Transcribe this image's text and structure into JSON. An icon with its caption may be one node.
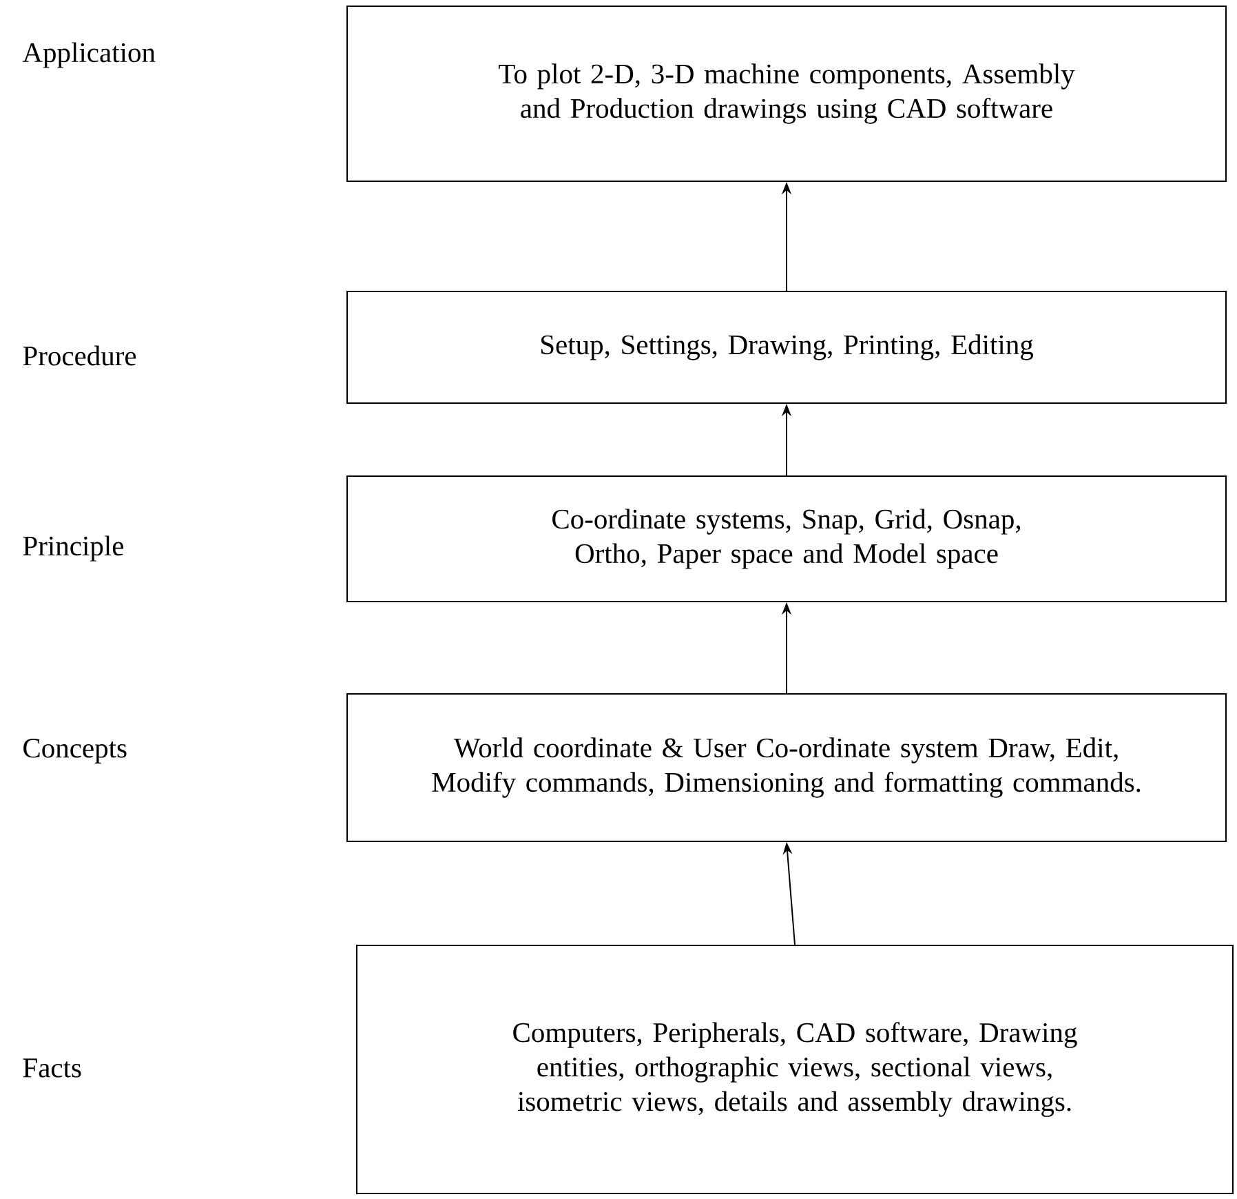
{
  "diagram": {
    "nodes": [
      {
        "text": [
          "To plot 2-D, 3-D machine components, Assembly and Production drawings using CAD software"
        ]
      },
      {
        "text": [
          "Setup, Settings, Drawing, Printing, Editing"
        ]
      },
      {
        "text": [
          "Co-ordinate systems, Snap, Grid, Osnap, Ortho, Paper space and Model space"
        ]
      },
      {
        "text": [
          "World coordinate & User Co-ordinate system Draw, Edit, Modify commands, Dimensioning and formatting commands."
        ]
      },
      {
        "text": [
          "Computers, Peripherals, CAD software, Drawing entities, orthographic views, sectional views, isometric views, details and assembly drawings."
        ]
      }
    ],
    "edges": [
      {
        "from": 4,
        "to": 3,
        "arrow": "to"
      },
      {
        "from": 3,
        "to": 2,
        "arrow": "to"
      },
      {
        "from": 2,
        "to": 1,
        "arrow": "to"
      },
      {
        "from": 1,
        "to": 0,
        "arrow": "to"
      }
    ],
    "labels": [
      "Application",
      "Procedure",
      "Principle",
      "Concepts",
      "Facts"
    ]
  }
}
